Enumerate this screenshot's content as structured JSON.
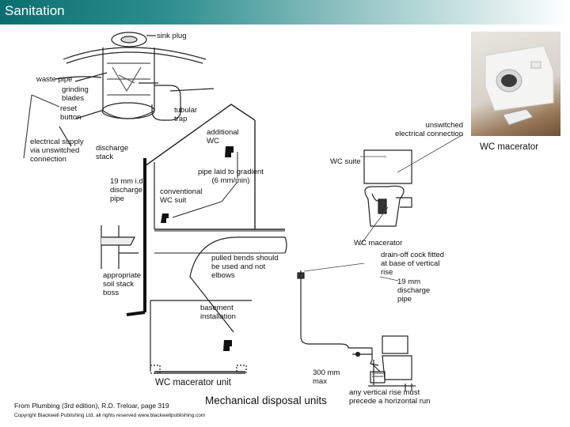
{
  "header": {
    "title": "Sanitation"
  },
  "labels": {
    "sink_plug": "sink plug",
    "waste_pipe": "waste pipe",
    "grinding_blades": "grinding\nblades",
    "reset_button": "reset\nbutton",
    "tubular_trap": "tubular\ntrap",
    "electrical_supply": "electrical supply\nvia unswitched\nconnection",
    "discharge_stack": "discharge\nstack",
    "additional_wc": "additional\nWC",
    "discharge_pipe_19": "19 mm i.d.\ndischarge\npipe",
    "pipe_gradient": "pipe laid to gradient\n(6 mm/min)",
    "conventional_wc": "conventional\nWC suit",
    "appropriate_stack": "appropriate\nsoil stack\nboss",
    "pulled_bends": "pulled bends should\nbe used and not\nelbows",
    "basement": "basement\ninstallation",
    "wc_macerator_unit": "WC macerator unit",
    "unswitched": "unswitched\nelectrical connection",
    "wc_macerator_photo": "WC macerator",
    "wc_suite": "WC suite",
    "wc_macerator_label": "WC macerator",
    "drain_off_cock": "drain-off cock fitted\nat base of vertical\nrise",
    "discharge_19": "19 mm\ndischarge\npipe",
    "max_300": "300 mm\nmax",
    "vertical_rise": "any vertical rise must\nprecede a horizontal run",
    "mechanical_units": "Mechanical disposal units"
  },
  "footer": {
    "source": "From Plumbing (3rd edition), R.D. Treloar, page 319",
    "copyright": "Copyright Blackwell Publishing Ltd, all rights reserved  www.blackwellpublishing.com"
  }
}
